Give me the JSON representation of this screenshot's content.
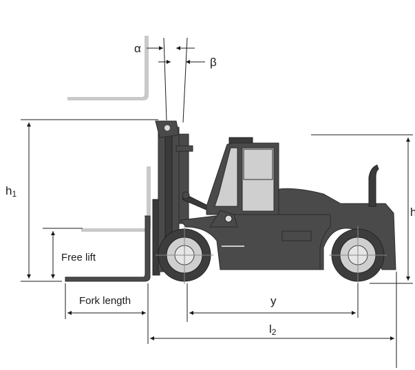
{
  "labels": {
    "alpha": "α",
    "beta": "β",
    "h1_main": "h",
    "h1_sub": "1",
    "free_lift": "Free lift",
    "fork_length": "Fork length",
    "y": "y",
    "l2_main": "l",
    "l2_sub": "2",
    "h_right": "h"
  },
  "colors": {
    "body": "#4a4a4a",
    "ghost_fork": "#c9c9c9",
    "dimension_lines": "#1a1a1a"
  }
}
